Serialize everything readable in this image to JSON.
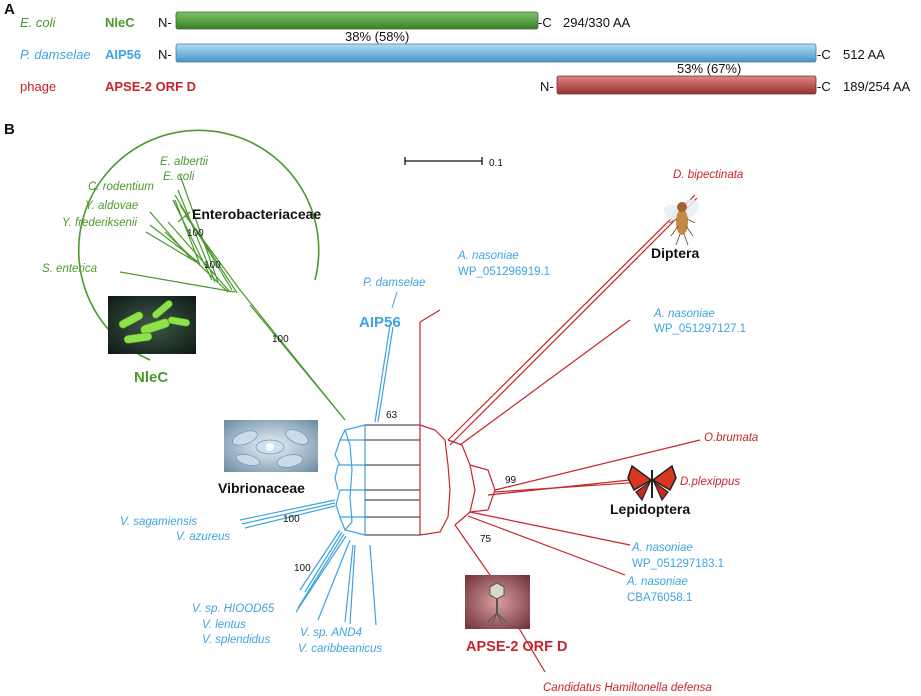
{
  "colors": {
    "green": "#4a9a2c",
    "blue": "#3fa3df",
    "red": "#c8242b",
    "gray": "#555555",
    "black": "#111111"
  },
  "panel_a": {
    "label": "A",
    "rows": [
      {
        "species": "E. coli",
        "protein": "NleC",
        "n": "N-",
        "c": "-C",
        "length": "294/330 AA",
        "color_key": "green"
      },
      {
        "species": "P. damselae",
        "protein": "AIP56",
        "n": "N-",
        "c": "-C",
        "length": "512 AA",
        "color_key": "blue"
      },
      {
        "species": "phage",
        "protein": "APSE-2  ORF D",
        "n": "N-",
        "c": "-C",
        "length": "189/254 AA",
        "color_key": "red"
      }
    ],
    "identity_nlec_aip56": "38% (58%)",
    "identity_orfd_aip56": "53% (67%)"
  },
  "panel_b": {
    "label": "B",
    "scale_label": "0.1",
    "groups": {
      "enterobacteriaceae": "Enterobacteriaceae",
      "nlec": "NleC",
      "aip56": "AIP56",
      "vibrionaceae": "Vibrionaceae",
      "diptera": "Diptera",
      "lepidoptera": "Lepidoptera",
      "apse2": "APSE-2  ORF D"
    },
    "taxa": {
      "e_albertii": "E. albertii",
      "e_coli": "E. coli",
      "c_rodentium": "C. rodentium",
      "y_aldovae": "Y. aldovae",
      "y_frederiksenii": "Y. frederiksenii",
      "s_enterica": "S. enterica",
      "p_damselae": "P. damselae",
      "a_nasoniae_1_name": "A. nasoniae",
      "a_nasoniae_1_acc": "WP_051296919.1",
      "a_nasoniae_2_name": "A. nasoniae",
      "a_nasoniae_2_acc": "WP_051297127.1",
      "a_nasoniae_3_name": "A. nasoniae",
      "a_nasoniae_3_acc": "WP_051297183.1",
      "a_nasoniae_4_name": "A. nasoniae",
      "a_nasoniae_4_acc": "CBA76058.1",
      "d_bipectinata": "D. bipectinata",
      "o_brumata": "O.brumata",
      "d_plexippus": "D.plexippus",
      "v_sagamiensis": "V. sagamiensis",
      "v_azureus": "V. azureus",
      "v_sp_hiood65": "V. sp. HIOOD65",
      "v_lentus": "V. lentus",
      "v_splendidus": "V. splendidus",
      "v_sp_and4": "V. sp. AND4",
      "v_caribbeanicus": "V. caribbeanicus",
      "hamiltonella": "Candidatus Hamiltonella defensa"
    },
    "bootstrap": {
      "b1": "100",
      "b2": "100",
      "b3": "100",
      "b4": "63",
      "b5": "99",
      "b6": "100",
      "b7": "100",
      "b8": "75"
    },
    "images": {
      "bacteria": "bacteria-image",
      "vibrio": "vibrio-image",
      "fly": "fly-image",
      "butterfly": "butterfly-image",
      "phage": "phage-image"
    }
  }
}
